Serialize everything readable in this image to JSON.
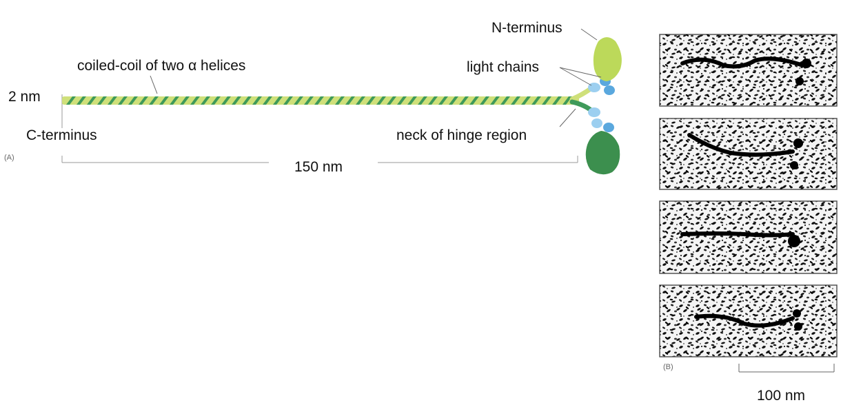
{
  "labels": {
    "coiled_coil": "coiled-coil of two α helices",
    "width": "2 nm",
    "c_terminus": "C-terminus",
    "n_terminus": "N-terminus",
    "light_chains": "light chains",
    "neck": "neck of hinge region",
    "length": "150 nm",
    "scale": "100 nm",
    "panel_a": "(A)",
    "panel_b": "(B)"
  },
  "colors": {
    "helix_light": "#cfe07a",
    "helix_dark": "#3f9a5a",
    "head_light": "#bcd95a",
    "head_dark": "#3c8f4e",
    "light_chain": "#9ccff0",
    "light_chain_dark": "#5aa8de"
  }
}
